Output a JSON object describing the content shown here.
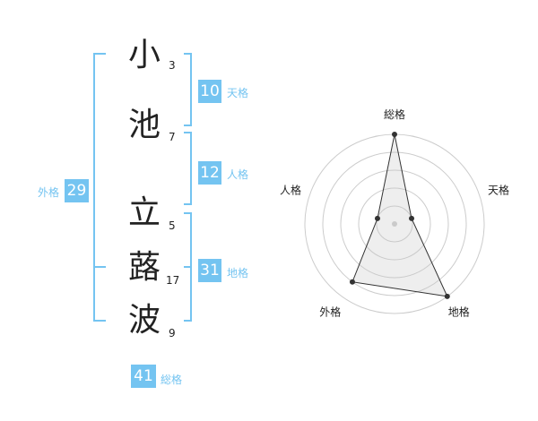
{
  "name_chars": [
    {
      "char": "小",
      "strokes": "3"
    },
    {
      "char": "池",
      "strokes": "7"
    },
    {
      "char": "立",
      "strokes": "5"
    },
    {
      "char": "蕗",
      "strokes": "17"
    },
    {
      "char": "波",
      "strokes": "9"
    }
  ],
  "fortunes": {
    "tenkaku": {
      "value": "10",
      "label": "天格"
    },
    "jinkaku": {
      "value": "12",
      "label": "人格"
    },
    "chikaku": {
      "value": "31",
      "label": "地格"
    },
    "gaikaku": {
      "value": "29",
      "label": "外格"
    },
    "soukaku": {
      "value": "41",
      "label": "総格"
    }
  },
  "colors": {
    "accent": "#74c4f1",
    "text": "#222222",
    "grid": "#cccccc"
  },
  "chart_data": {
    "type": "radar",
    "axes": [
      "総格",
      "天格",
      "地格",
      "外格",
      "人格"
    ],
    "values": [
      5,
      1,
      5,
      4,
      1
    ],
    "max": 5
  }
}
